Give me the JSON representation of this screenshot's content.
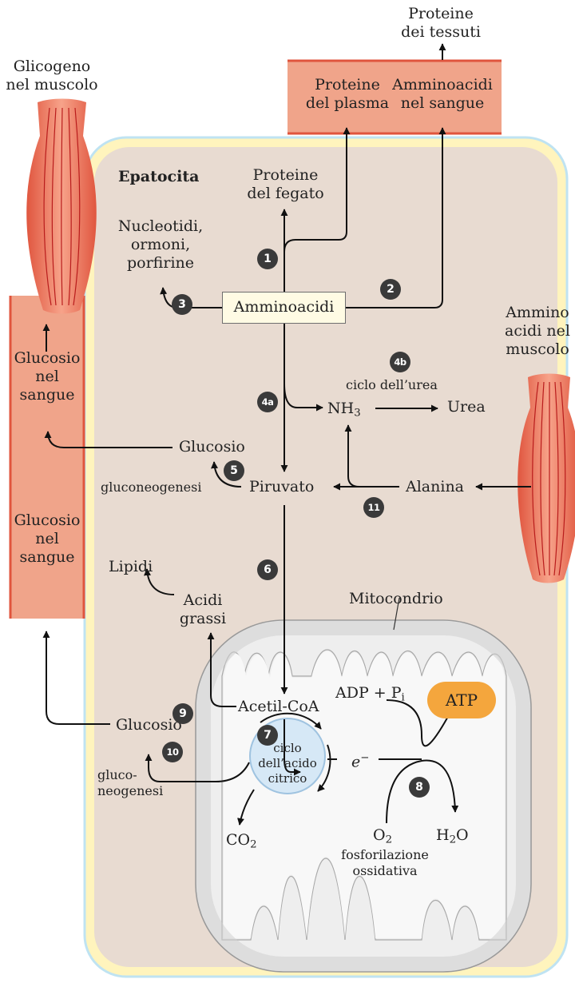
{
  "cell_title": "Epatocita",
  "labels": {
    "muscle_glycogen": "Glicogeno\nnel muscolo",
    "tissue_proteins": "Proteine\ndei tessuti",
    "plasma_proteins": "Proteine\ndel plasma",
    "blood_amino_acids": "Amminoacidi\nnel sangue",
    "liver_proteins": "Proteine\ndel fegato",
    "nucleotides": "Nucleotidi,\normoni,\nporfirine",
    "amino_acids": "Amminoacidi",
    "muscle_amino_acids": "Ammino\nacidi nel\nmuscolo",
    "blood_glucose_upper": "Glucosio\nnel\nsangue",
    "blood_glucose_lower": "Glucosio\nnel\nsangue",
    "urea_cycle": "ciclo dell’urea",
    "nh3_base": "NH",
    "nh3_sub": "3",
    "urea": "Urea",
    "glucose_upper": "Glucosio",
    "gluconeogenesis_upper": "gluconeogenesi",
    "pyruvate": "Piruvato",
    "alanine": "Alanina",
    "lipids": "Lipidi",
    "fatty_acids": "Acidi\ngrassi",
    "mitochondrion": "Mitocondrio",
    "acetyl_coa": "Acetil-CoA",
    "glucose_lower": "Glucosio",
    "gluconeogenesis_lower": "gluco-\nneogenesi",
    "citric_cycle": "ciclo\ndell’acido\ncitrico",
    "electron": "e",
    "electron_sup": "−",
    "adp_pi": "ADP + P",
    "adp_pi_sub": "i",
    "atp": "ATP",
    "o2_base": "O",
    "o2_sub": "2",
    "h2o_pre": "H",
    "h2o_sub": "2",
    "h2o_post": "O",
    "co2_base": "CO",
    "co2_sub": "2",
    "oxphos": "fosforilazione\nossidativa"
  },
  "steps": {
    "s1": "1",
    "s2": "2",
    "s3": "3",
    "s4a": "4a",
    "s4b": "4b",
    "s5": "5",
    "s6": "6",
    "s7": "7",
    "s8": "8",
    "s9": "9",
    "s10": "10",
    "s11": "11"
  },
  "colors": {
    "cell_fill": "#e8dbd1",
    "cell_outer": "#fff4bd",
    "cell_border": "#bfe3f2",
    "blood_box": "#f0a48a",
    "blood_edge": "#e0553d",
    "muscle": "#e8664f",
    "mito_fill": "#eeeeee",
    "mito_membrane": "#c9c9c9",
    "krebs_fill": "#d6e8f6",
    "atp_fill": "#f4a63d",
    "badge": "#3a3a3a"
  }
}
